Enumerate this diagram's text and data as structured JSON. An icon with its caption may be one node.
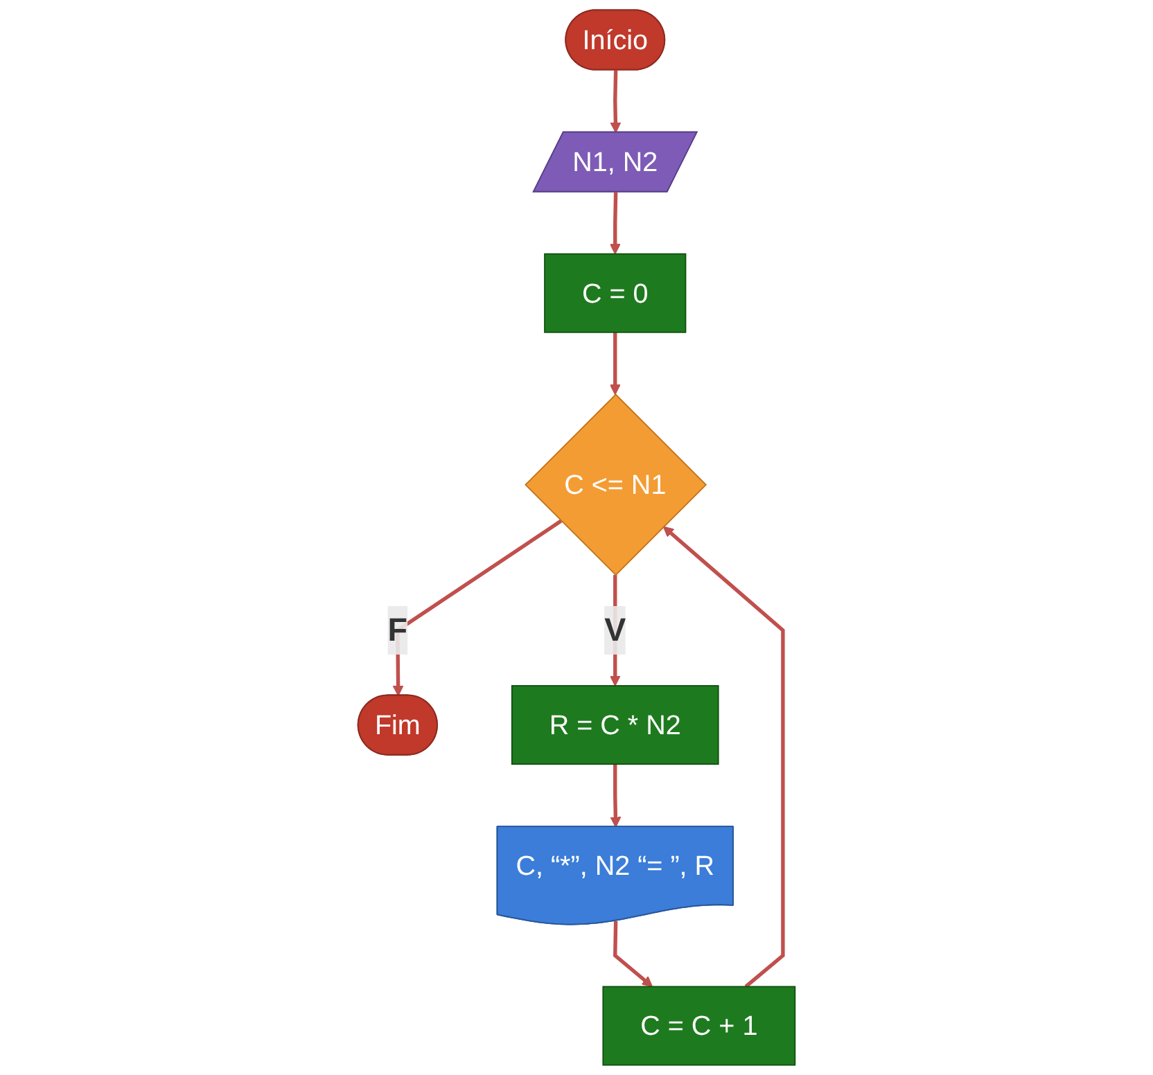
{
  "diagram": {
    "nodes": [
      {
        "text": [
          "Início"
        ]
      },
      {
        "text": [
          "N1, N2"
        ]
      },
      {
        "text": [
          "C = 0"
        ]
      },
      {
        "text": [
          "C <= N1"
        ]
      },
      {
        "text": [
          "Fim"
        ]
      },
      {
        "text": [
          "R = C * N2"
        ]
      },
      {
        "text": [
          "C, “*”, N2 “= ”, R"
        ]
      },
      {
        "text": [
          "C = C + 1"
        ]
      }
    ],
    "edges": [
      {
        "from": 0,
        "to": 1,
        "arrow": "to"
      },
      {
        "from": 1,
        "to": 2,
        "arrow": "to"
      },
      {
        "from": 2,
        "to": 3,
        "arrow": "to"
      },
      {
        "from": 3,
        "to": 4,
        "arrow": "to",
        "label": "F"
      },
      {
        "from": 3,
        "to": 5,
        "arrow": "to",
        "label": "V"
      },
      {
        "from": 5,
        "to": 6,
        "arrow": "to"
      },
      {
        "from": 6,
        "to": 7,
        "arrow": "to"
      },
      {
        "from": 7,
        "to": 3,
        "arrow": "to"
      }
    ]
  }
}
